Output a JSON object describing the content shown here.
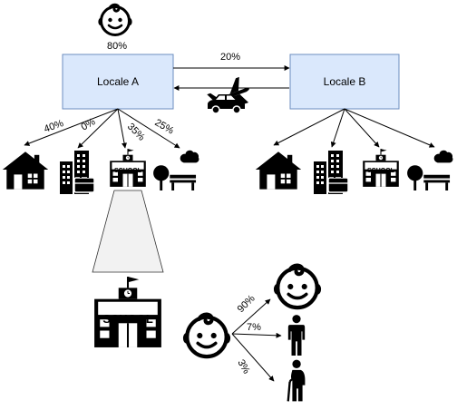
{
  "top": {
    "percent": "80%"
  },
  "locale_a": {
    "label": "Locale A"
  },
  "locale_b": {
    "label": "Locale B"
  },
  "travel": {
    "percent": "20%"
  },
  "branches": {
    "home": "40%",
    "work": "0%",
    "school": "35%",
    "park": "25%"
  },
  "school_sign": "SCHOOL",
  "outcomes": {
    "healthy": "90%",
    "adult": "7%",
    "elderly": "3%"
  },
  "icons": [
    "baby-face-icon",
    "house-icon",
    "office-building-icon",
    "school-icon",
    "park-icon",
    "airplane-icon",
    "car-icon",
    "adult-person-icon",
    "elderly-person-icon"
  ]
}
